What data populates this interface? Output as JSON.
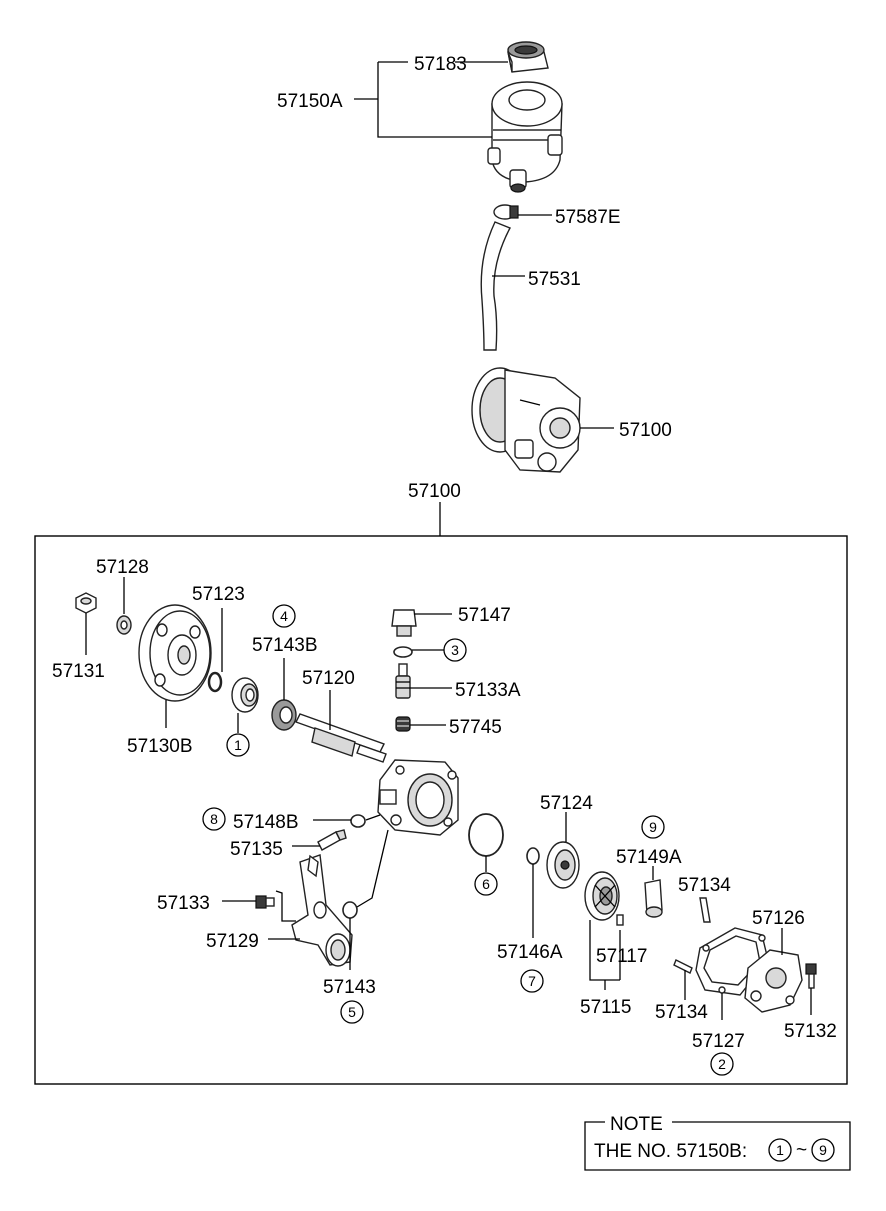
{
  "diagram": {
    "parts": {
      "p57183": "57183",
      "p57150A": "57150A",
      "p57587E": "57587E",
      "p57531": "57531",
      "p57100_assembly": "57100",
      "p57100_box": "57100",
      "p57128": "57128",
      "p57131": "57131",
      "p57123": "57123",
      "p57130B": "57130B",
      "p57143B": "57143B",
      "p57120": "57120",
      "p57147": "57147",
      "p57133A": "57133A",
      "p57745": "57745",
      "p57148B": "57148B",
      "p57135": "57135",
      "p57124": "57124",
      "p57149A": "57149A",
      "p57134_top": "57134",
      "p57126": "57126",
      "p57133": "57133",
      "p57129": "57129",
      "p57143": "57143",
      "p57146A": "57146A",
      "p57117": "57117",
      "p57115": "57115",
      "p57134_bottom": "57134",
      "p57127": "57127",
      "p57132": "57132"
    },
    "circled": {
      "c1": "1",
      "c2": "2",
      "c3": "3",
      "c4": "4",
      "c5": "5",
      "c6": "6",
      "c7": "7",
      "c8": "8",
      "c9": "9"
    },
    "note": {
      "title": "NOTE",
      "text": "THE NO. 57150B:",
      "range_start": "1",
      "tilde": "~",
      "range_end": "9"
    }
  }
}
